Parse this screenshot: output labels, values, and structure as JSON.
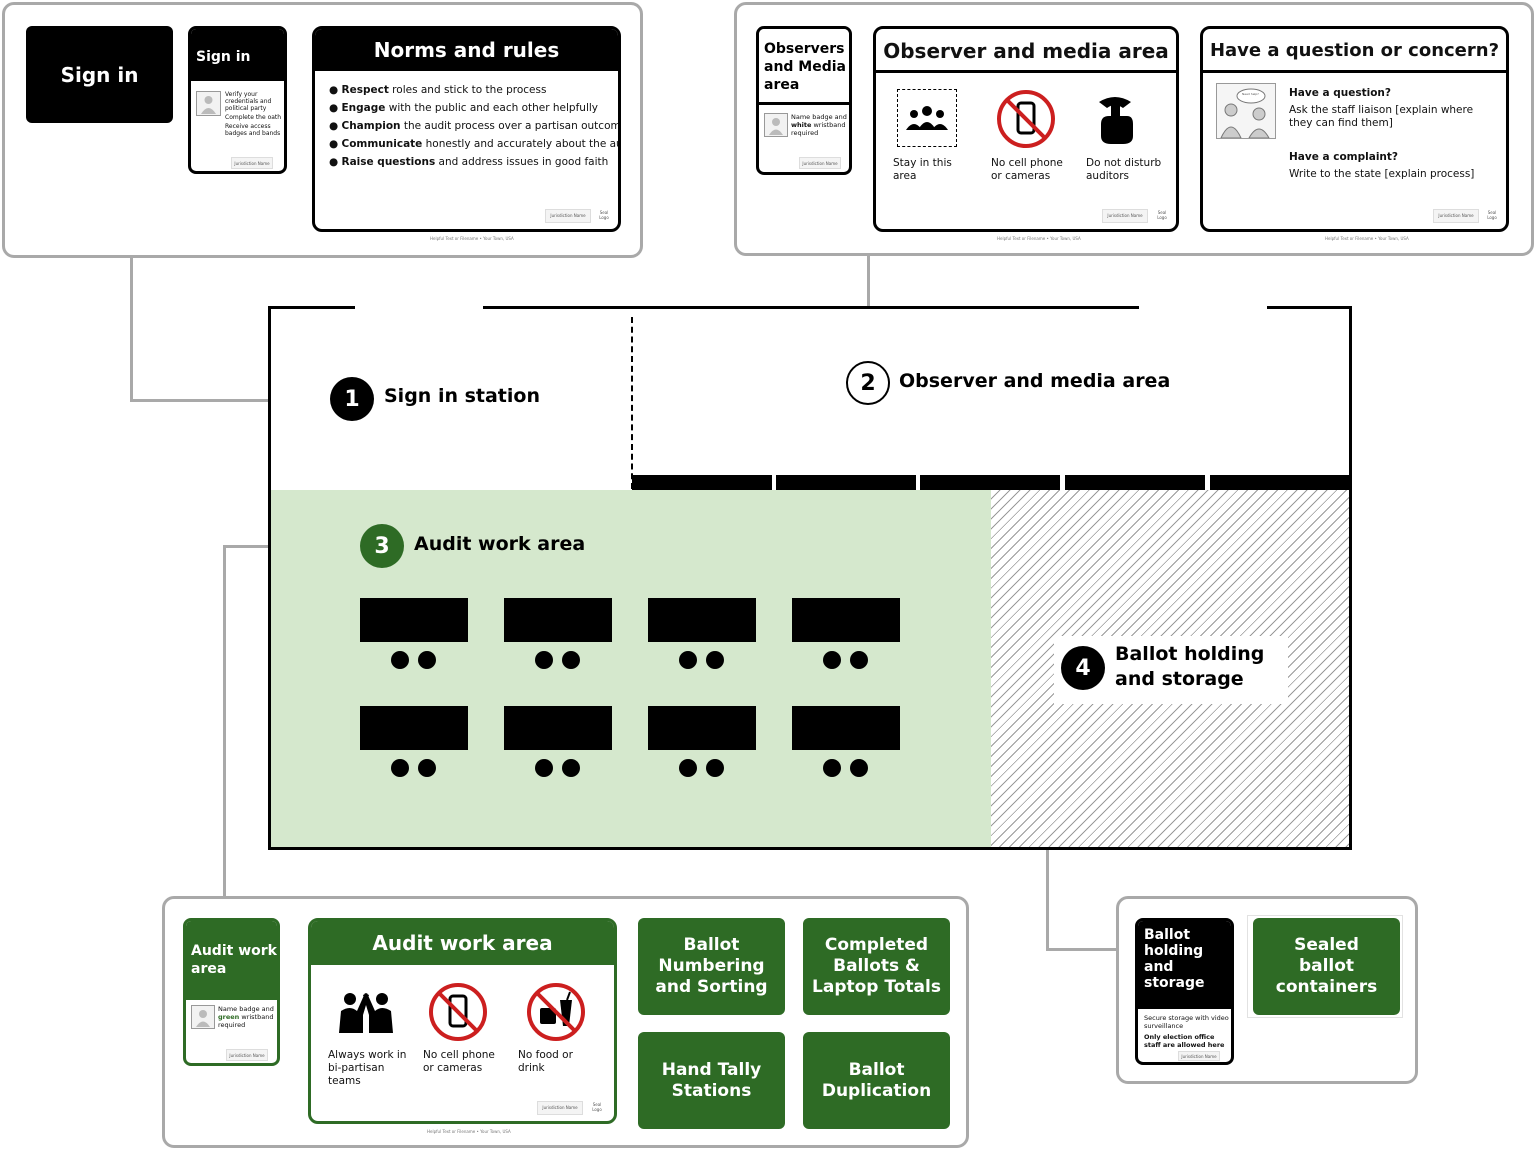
{
  "floor_plan": {
    "zones": {
      "sign_in": {
        "number": "1",
        "label": "Sign in station"
      },
      "observer": {
        "number": "2",
        "label": "Observer and media area"
      },
      "audit": {
        "number": "3",
        "label": "Audit work area"
      },
      "storage": {
        "number": "4",
        "label_line1": "Ballot holding",
        "label_line2": "and storage"
      }
    }
  },
  "signin_panel": {
    "big_sign": "Sign in",
    "small_sign": {
      "title": "Sign in",
      "bullets": [
        "Verify your credentials and political party",
        "Complete the oath",
        "Receive access badges and bands"
      ],
      "footer": "Jurisdiction Name"
    },
    "norms": {
      "title": "Norms and rules",
      "rules": [
        {
          "bold": "Respect",
          "rest": " roles and stick to the process"
        },
        {
          "bold": "Engage",
          "rest": " with the public and each other helpfully"
        },
        {
          "bold": "Champion",
          "rest": " the audit process over a partisan outcome"
        },
        {
          "bold": "Communicate",
          "rest": " honestly and accurately about the audit"
        },
        {
          "bold": "Raise questions",
          "rest": " and address issues in good faith"
        }
      ],
      "footer": "Jurisdiction Name",
      "seal": "Seal Logo",
      "caption": "Helpful Text or Filename • Your Town, USA"
    }
  },
  "observer_panel": {
    "badge_sign": {
      "title": "Observers and Media area",
      "note_pre": "Name badge and ",
      "note_bold": "white",
      "note_post": " wristband required",
      "footer": "Jurisdiction Name"
    },
    "area_sign": {
      "title": "Observer and media area",
      "items": [
        "Stay in this area",
        "No cell phone or cameras",
        "Do not disturb auditors"
      ],
      "footer": "Jurisdiction Name",
      "seal": "Seal Logo",
      "caption": "Helpful Text or Filename • Your Town, USA"
    },
    "question_sign": {
      "title": "Have a question or concern?",
      "q1_head": "Have a question?",
      "q1_body": "Ask the staff liaison [explain where they can find them]",
      "q2_head": "Have a complaint?",
      "q2_body": "Write to the state [explain process]",
      "bubble": "Need help?",
      "footer": "Jurisdiction Name",
      "seal": "Seal Logo",
      "caption": "Helpful Text or Filename • Your Town, USA"
    }
  },
  "audit_panel": {
    "badge_sign": {
      "title": "Audit work area",
      "note_pre": "Name badge and ",
      "note_bold": "green",
      "note_post": " wristband required",
      "footer": "Jurisdiction Name"
    },
    "area_sign": {
      "title": "Audit work area",
      "items": [
        "Always work in bi-partisan teams",
        "No cell phone or cameras",
        "No food or drink"
      ],
      "footer": "Jurisdiction Name",
      "seal": "Seal Logo",
      "caption": "Helpful Text or Filename • Your Town, USA"
    },
    "tiles": [
      "Ballot Numbering and Sorting",
      "Completed Ballots & Laptop Totals",
      "Hand Tally Stations",
      "Ballot Duplication"
    ]
  },
  "storage_panel": {
    "badge_sign": {
      "title": "Ballot holding and storage",
      "note": "Secure storage with video surveillance",
      "note_bold": "Only election office staff are allowed here",
      "footer": "Jurisdiction Name"
    },
    "tile": "Sealed ballot containers"
  },
  "colors": {
    "green": "#2e6b25",
    "light_green": "#d5e8cd",
    "panel_border": "#a9a9a9",
    "black": "#000000",
    "prohibit_red": "#cc1f1f"
  }
}
